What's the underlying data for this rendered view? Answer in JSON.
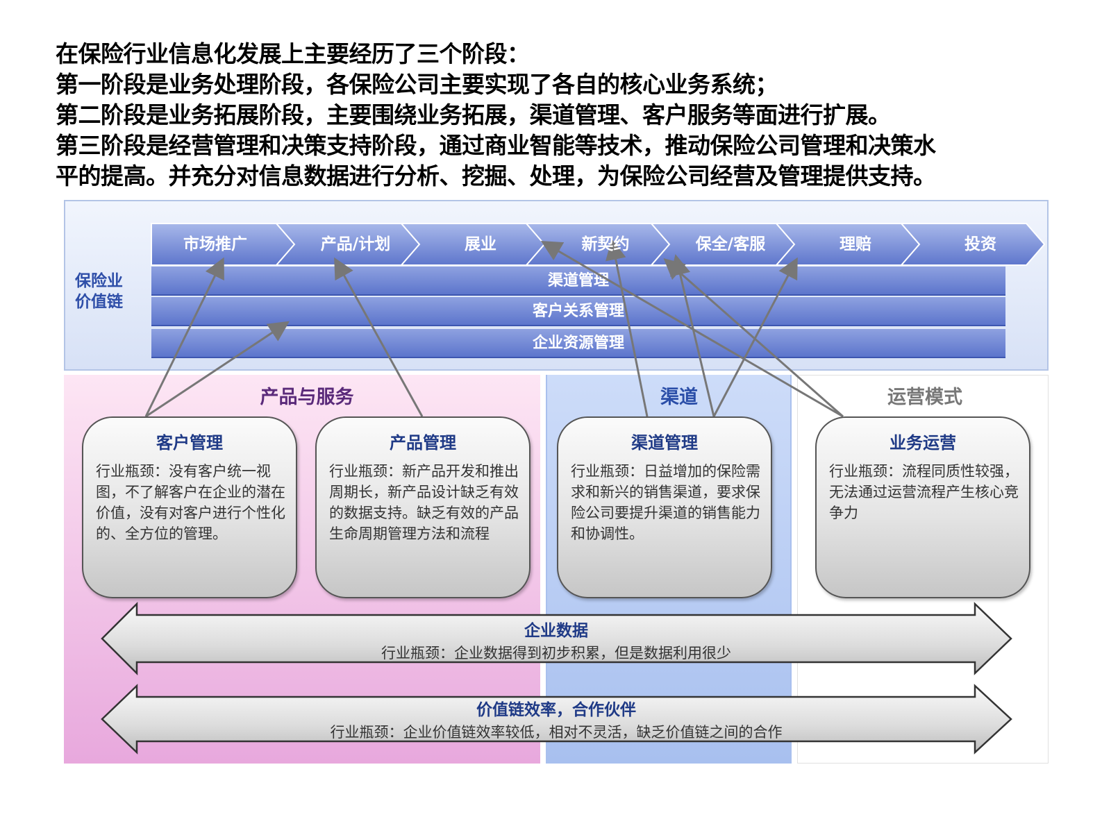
{
  "intro": {
    "lines": [
      "在保险行业信息化发展上主要经历了三个阶段：",
      "第一阶段是业务处理阶段，各保险公司主要实现了各自的核心业务系统；",
      "第二阶段是业务拓展阶段，主要围绕业务拓展，渠道管理、客户服务等面进行扩展。",
      "第三阶段是经营管理和决策支持阶段，通过商业智能等技术，推动保险公司管理和决策水",
      "平的提高。并充分对信息数据进行分析、挖掘、处理，为保险公司经营及管理提供支持。"
    ]
  },
  "value_chain": {
    "label_line1": "保险业",
    "label_line2": "价值链",
    "steps": [
      "市场推广",
      "产品/计划",
      "展业",
      "新契约",
      "保全/客服",
      "理赔",
      "投资"
    ],
    "bars": [
      "渠道管理",
      "客户关系管理",
      "企业资源管理"
    ]
  },
  "sections": {
    "product_service": "产品与服务",
    "channel": "渠道",
    "operation_mode": "运营模式"
  },
  "cards": [
    {
      "title": "客户管理",
      "body": "行业瓶颈：没有客户统一视图，不了解客户在企业的潜在价值，没有对客户进行个性化的、全方位的管理。"
    },
    {
      "title": "产品管理",
      "body": "行业瓶颈：新产品开发和推出周期长，新产品设计缺乏有效的数据支持。缺乏有效的产品生命周期管理方法和流程"
    },
    {
      "title": "渠道管理",
      "body": "行业瓶颈：日益增加的保险需求和新兴的销售渠道，要求保险公司要提升渠道的销售能力和协调性。"
    },
    {
      "title": "业务运营",
      "body": "行业瓶颈：流程同质性较强，无法通过运营流程产生核心竞争力"
    }
  ],
  "arrows": [
    {
      "title": "企业数据",
      "body": "行业瓶颈：企业数据得到初步积累，但是数据利用很少"
    },
    {
      "title": "价值链效率，合作伙伴",
      "body": "行业瓶颈：企业价值链效率较低，相对不灵活，缺乏价值链之间的合作"
    }
  ],
  "colors": {
    "chevron": "#6d83d6",
    "bar": "#6a80d2",
    "title_blue": "#1f3a86",
    "pink_bg": "#f4c6ea",
    "blue_bg": "#b9cdf4"
  }
}
